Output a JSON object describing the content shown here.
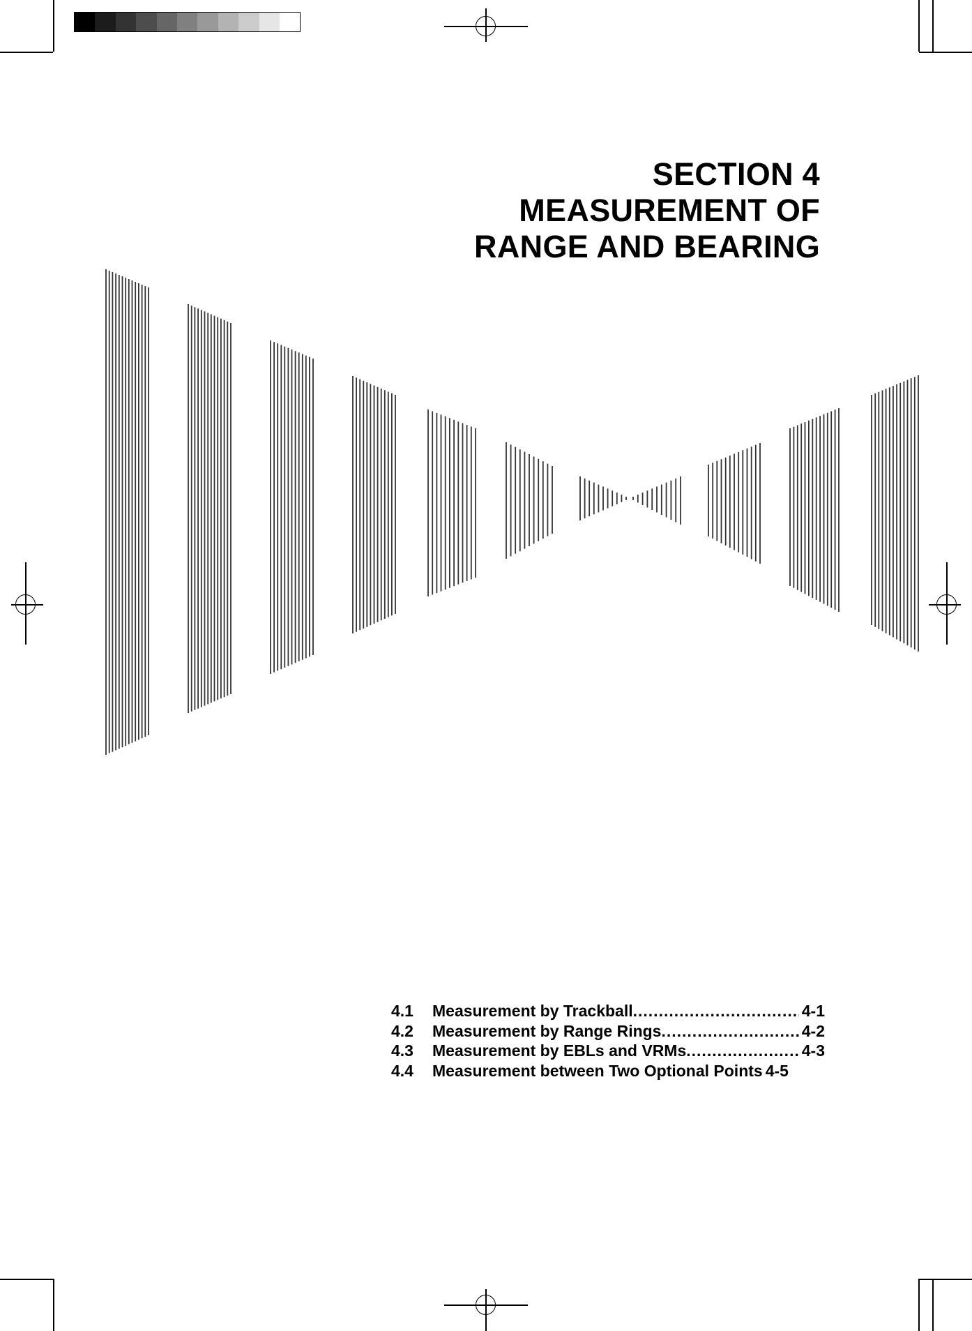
{
  "section": {
    "line1": "SECTION 4",
    "line2": "MEASUREMENT OF",
    "line3": "RANGE AND BEARING"
  },
  "gray_strip": {
    "swatches": [
      "#000000",
      "#1c1c1c",
      "#333333",
      "#4d4d4d",
      "#666666",
      "#808080",
      "#999999",
      "#b3b3b3",
      "#cccccc",
      "#e6e6e6",
      "#ffffff"
    ]
  },
  "toc": [
    {
      "num": "4.1",
      "title": "Measurement by Trackball",
      "page": "4-1"
    },
    {
      "num": "4.2",
      "title": "Measurement by Range Rings",
      "page": "4-2"
    },
    {
      "num": "4.3",
      "title": "Measurement by EBLs and VRMs",
      "page": "4-3"
    },
    {
      "num": "4.4",
      "title": "Measurement between Two Optional Points",
      "page": "4-5"
    }
  ]
}
